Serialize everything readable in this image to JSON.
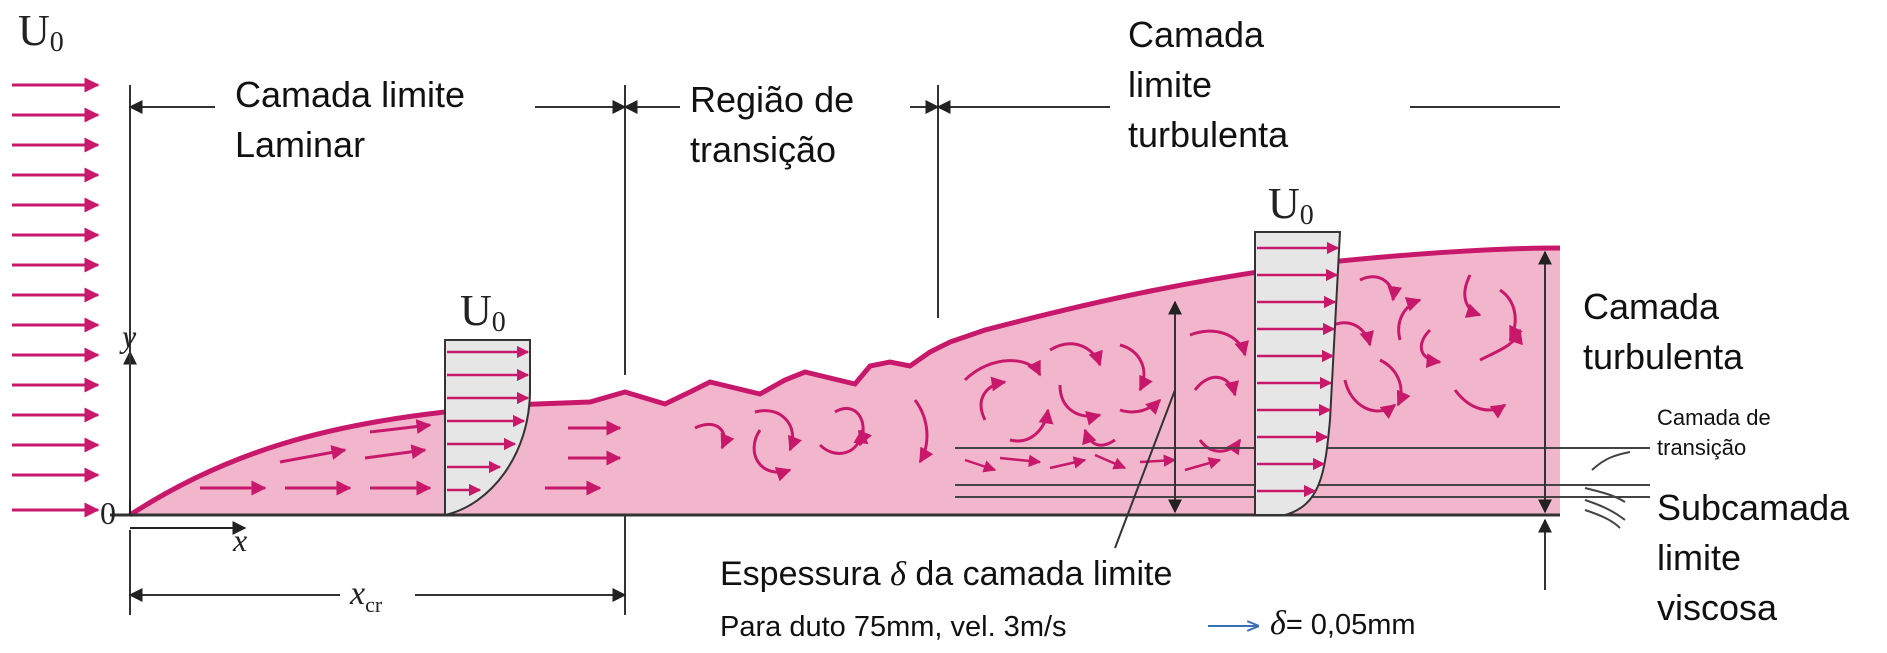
{
  "free_stream": {
    "symbol": "U",
    "subscript": "0"
  },
  "regions": {
    "laminar": {
      "line1": "Camada limite",
      "line2": "Laminar"
    },
    "transition": {
      "line1": "Região de",
      "line2": "transição"
    },
    "turbulent": {
      "line1": "Camada",
      "line2": "limite",
      "line3": "turbulenta"
    }
  },
  "profile_labels": {
    "laminar": {
      "symbol": "U",
      "subscript": "0"
    },
    "turbulent": {
      "symbol": "U",
      "subscript": "0"
    }
  },
  "axes": {
    "y": "y",
    "x": "x",
    "origin": "0",
    "critical": {
      "symbol": "x",
      "subscript": "cr"
    }
  },
  "right_labels": {
    "turbulent_layer": {
      "line1": "Camada",
      "line2": "turbulenta"
    },
    "transition_layer": {
      "line1": "Camada de",
      "line2": "transição"
    },
    "viscous_sublayer": {
      "line1": "Subcamada",
      "line2": "limite",
      "line3": "viscosa"
    }
  },
  "thickness": {
    "prefix": "Espessura ",
    "symbol": "δ",
    "suffix": " da camada limite",
    "note_prefix": "Para duto 75mm, vel. 3m/s",
    "note_result": "= 0,05mm"
  },
  "colors": {
    "fill": "#f1b6cb",
    "accent": "#c8186b",
    "arrow_blue": "#3a6fb5",
    "ink": "#222222"
  }
}
